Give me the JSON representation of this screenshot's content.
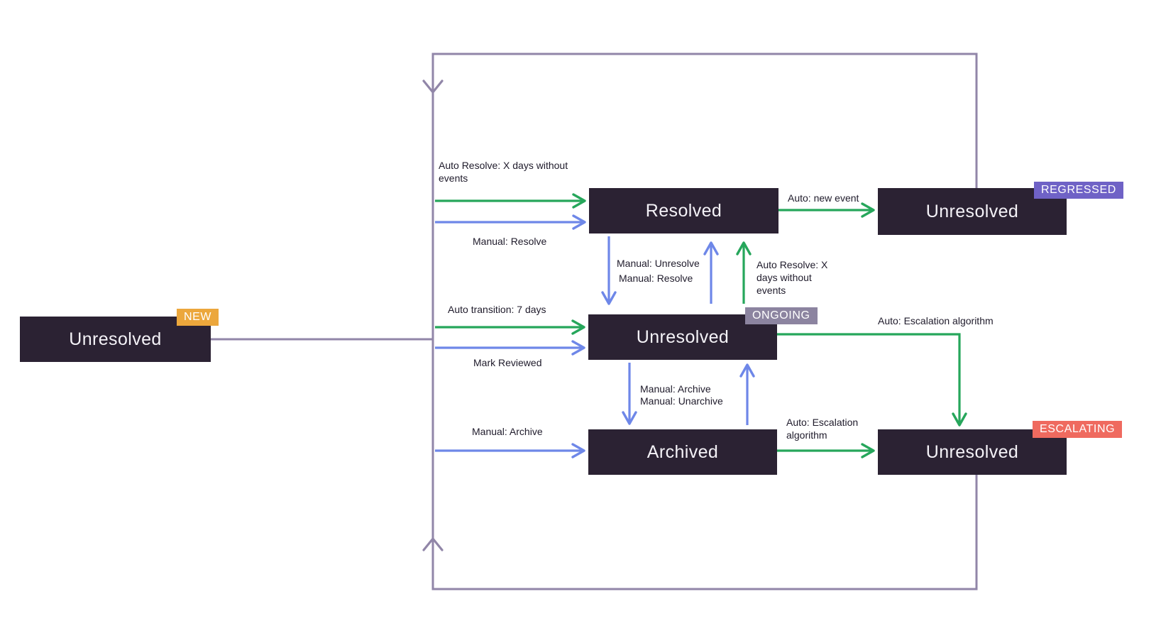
{
  "diagram": {
    "nodes": {
      "new": {
        "label": "Unresolved",
        "badge": "NEW"
      },
      "resolved": {
        "label": "Resolved"
      },
      "regressed": {
        "label": "Unresolved",
        "badge": "REGRESSED"
      },
      "ongoing": {
        "label": "Unresolved",
        "badge": "ONGOING"
      },
      "archived": {
        "label": "Archived"
      },
      "escalating": {
        "label": "Unresolved",
        "badge": "ESCALATING"
      }
    },
    "edges": {
      "new_to_resolved_auto": "Auto Resolve: X days without events",
      "new_to_resolved_manual": "Manual: Resolve",
      "resolved_to_regressed_auto": "Auto: new event",
      "resolved_to_ongoing_manual": "Manual: Unresolve",
      "ongoing_to_resolved_manual": "Manual: Resolve",
      "ongoing_to_resolved_auto": "Auto Resolve: X days without events",
      "new_to_ongoing_auto": "Auto transition: 7 days",
      "new_to_ongoing_manual": "Mark Reviewed",
      "ongoing_to_escalating_auto": "Auto: Escalation algorithm",
      "ongoing_to_archived_manual": "Manual: Archive",
      "archived_to_ongoing_manual": "Manual: Unarchive",
      "new_to_archived_manual": "Manual: Archive",
      "archived_to_escalating_auto": "Auto: Escalation algorithm"
    },
    "colors": {
      "background": "#FFFFFF",
      "node_bg": "#2B2233",
      "node_text": "#F4F2F7",
      "auto_arrow_green": "#26A65B",
      "manual_arrow_blue": "#6E87E8",
      "loop_line_purple": "#9186A8",
      "badge_new": "#ECA73C",
      "badge_regressed": "#6F62C6",
      "badge_ongoing": "#8C84A0",
      "badge_escalating": "#EF6A5F",
      "label_text": "#1F1B2B"
    }
  }
}
